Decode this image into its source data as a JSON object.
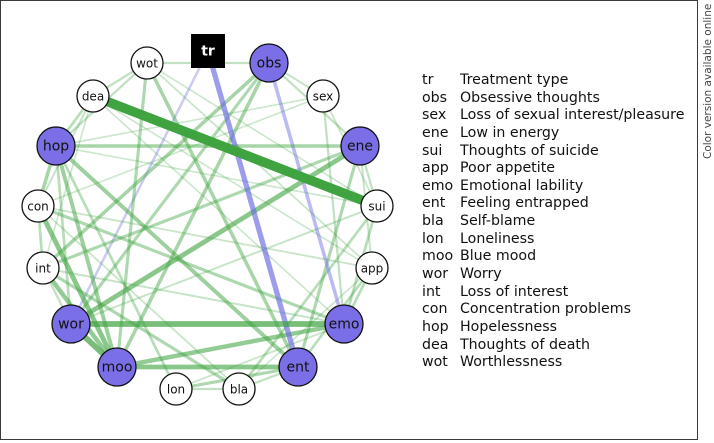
{
  "side_note": "Color version available online",
  "colors": {
    "positive_edge": "#3fa340",
    "negative_edge": "#6a6ae0",
    "highlight_node_fill": "#7a6fe6",
    "plain_node_fill": "#ffffff",
    "treatment_node_fill": "#000000",
    "treatment_node_text": "#ffffff"
  },
  "nodes": [
    {
      "id": "tr",
      "label": "tr",
      "kind": "treatment"
    },
    {
      "id": "obs",
      "label": "obs",
      "kind": "highlight"
    },
    {
      "id": "sex",
      "label": "sex",
      "kind": "plain"
    },
    {
      "id": "ene",
      "label": "ene",
      "kind": "highlight"
    },
    {
      "id": "sui",
      "label": "sui",
      "kind": "plain"
    },
    {
      "id": "app",
      "label": "app",
      "kind": "plain"
    },
    {
      "id": "emo",
      "label": "emo",
      "kind": "highlight"
    },
    {
      "id": "ent",
      "label": "ent",
      "kind": "highlight"
    },
    {
      "id": "bla",
      "label": "bla",
      "kind": "plain"
    },
    {
      "id": "lon",
      "label": "lon",
      "kind": "plain"
    },
    {
      "id": "moo",
      "label": "moo",
      "kind": "highlight"
    },
    {
      "id": "wor",
      "label": "wor",
      "kind": "highlight"
    },
    {
      "id": "int",
      "label": "int",
      "kind": "plain"
    },
    {
      "id": "con",
      "label": "con",
      "kind": "plain"
    },
    {
      "id": "hop",
      "label": "hop",
      "kind": "highlight"
    },
    {
      "id": "dea",
      "label": "dea",
      "kind": "plain"
    },
    {
      "id": "wot",
      "label": "wot",
      "kind": "plain"
    }
  ],
  "edges": [
    {
      "from": "dea",
      "to": "sui",
      "sign": "positive",
      "weight": 1.0
    },
    {
      "from": "tr",
      "to": "ent",
      "sign": "negative",
      "weight": 0.5
    },
    {
      "from": "tr",
      "to": "wor",
      "sign": "negative",
      "weight": 0.18
    },
    {
      "from": "obs",
      "to": "emo",
      "sign": "negative",
      "weight": 0.3
    },
    {
      "from": "wor",
      "to": "emo",
      "sign": "positive",
      "weight": 0.55
    },
    {
      "from": "wor",
      "to": "moo",
      "sign": "positive",
      "weight": 0.55
    },
    {
      "from": "moo",
      "to": "ent",
      "sign": "positive",
      "weight": 0.45
    },
    {
      "from": "moo",
      "to": "emo",
      "sign": "positive",
      "weight": 0.4
    },
    {
      "from": "wor",
      "to": "ene",
      "sign": "positive",
      "weight": 0.45
    },
    {
      "from": "con",
      "to": "moo",
      "sign": "positive",
      "weight": 0.45
    },
    {
      "from": "int",
      "to": "moo",
      "sign": "positive",
      "weight": 0.4
    },
    {
      "from": "hop",
      "to": "ent",
      "sign": "positive",
      "weight": 0.35
    },
    {
      "from": "hop",
      "to": "moo",
      "sign": "positive",
      "weight": 0.35
    },
    {
      "from": "hop",
      "to": "ene",
      "sign": "positive",
      "weight": 0.3
    },
    {
      "from": "hop",
      "to": "con",
      "sign": "positive",
      "weight": 0.3
    },
    {
      "from": "obs",
      "to": "moo",
      "sign": "positive",
      "weight": 0.3
    },
    {
      "from": "obs",
      "to": "int",
      "sign": "positive",
      "weight": 0.3
    },
    {
      "from": "obs",
      "to": "wor",
      "sign": "positive",
      "weight": 0.25
    },
    {
      "from": "wot",
      "to": "ent",
      "sign": "positive",
      "weight": 0.3
    },
    {
      "from": "wot",
      "to": "moo",
      "sign": "positive",
      "weight": 0.25
    },
    {
      "from": "ene",
      "to": "ent",
      "sign": "positive",
      "weight": 0.25
    },
    {
      "from": "ene",
      "to": "int",
      "sign": "positive",
      "weight": 0.25
    },
    {
      "from": "con",
      "to": "emo",
      "sign": "positive",
      "weight": 0.25
    },
    {
      "from": "int",
      "to": "bla",
      "sign": "positive",
      "weight": 0.25
    },
    {
      "from": "lon",
      "to": "ent",
      "sign": "positive",
      "weight": 0.25
    },
    {
      "from": "dea",
      "to": "hop",
      "sign": "positive",
      "weight": 0.2
    },
    {
      "from": "hop",
      "to": "wor",
      "sign": "positive",
      "weight": 0.2
    },
    {
      "from": "hop",
      "to": "lon",
      "sign": "positive",
      "weight": 0.2
    },
    {
      "from": "sui",
      "to": "bla",
      "sign": "positive",
      "weight": 0.2
    },
    {
      "from": "sui",
      "to": "emo",
      "sign": "positive",
      "weight": 0.2
    },
    {
      "from": "app",
      "to": "emo",
      "sign": "positive",
      "weight": 0.2
    },
    {
      "from": "app",
      "to": "ent",
      "sign": "positive",
      "weight": 0.2
    },
    {
      "from": "sex",
      "to": "emo",
      "sign": "positive",
      "weight": 0.15
    },
    {
      "from": "wot",
      "to": "obs",
      "sign": "positive",
      "weight": 0.15
    },
    {
      "from": "wot",
      "to": "dea",
      "sign": "positive",
      "weight": 0.15
    },
    {
      "from": "wot",
      "to": "hop",
      "sign": "positive",
      "weight": 0.15
    },
    {
      "from": "obs",
      "to": "sex",
      "sign": "positive",
      "weight": 0.12
    },
    {
      "from": "obs",
      "to": "ene",
      "sign": "positive",
      "weight": 0.15
    },
    {
      "from": "ene",
      "to": "sui",
      "sign": "positive",
      "weight": 0.15
    },
    {
      "from": "ene",
      "to": "app",
      "sign": "positive",
      "weight": 0.12
    },
    {
      "from": "con",
      "to": "int",
      "sign": "positive",
      "weight": 0.2
    },
    {
      "from": "int",
      "to": "wor",
      "sign": "positive",
      "weight": 0.15
    },
    {
      "from": "lon",
      "to": "bla",
      "sign": "positive",
      "weight": 0.15
    },
    {
      "from": "bla",
      "to": "ent",
      "sign": "positive",
      "weight": 0.15
    },
    {
      "from": "dea",
      "to": "con",
      "sign": "positive",
      "weight": 0.12
    },
    {
      "from": "wor",
      "to": "sui",
      "sign": "positive",
      "weight": 0.12
    },
    {
      "from": "con",
      "to": "app",
      "sign": "positive",
      "weight": 0.1
    },
    {
      "from": "int",
      "to": "emo",
      "sign": "positive",
      "weight": 0.12
    },
    {
      "from": "wot",
      "to": "app",
      "sign": "positive",
      "weight": 0.1
    },
    {
      "from": "sex",
      "to": "hop",
      "sign": "positive",
      "weight": 0.08
    },
    {
      "from": "dea",
      "to": "emo",
      "sign": "positive",
      "weight": 0.08
    },
    {
      "from": "hop",
      "to": "sui",
      "sign": "positive",
      "weight": 0.08
    },
    {
      "from": "dea",
      "to": "app",
      "sign": "positive",
      "weight": 0.08
    },
    {
      "from": "wot",
      "to": "sui",
      "sign": "positive",
      "weight": 0.08
    },
    {
      "from": "sex",
      "to": "con",
      "sign": "positive",
      "weight": 0.08
    },
    {
      "from": "sex",
      "to": "sui",
      "sign": "positive",
      "weight": 0.1
    },
    {
      "from": "lon",
      "to": "emo",
      "sign": "positive",
      "weight": 0.1
    },
    {
      "from": "con",
      "to": "bla",
      "sign": "positive",
      "weight": 0.1
    },
    {
      "from": "app",
      "to": "bla",
      "sign": "positive",
      "weight": 0.08
    },
    {
      "from": "dea",
      "to": "int",
      "sign": "positive",
      "weight": 0.08
    }
  ],
  "legend": [
    {
      "abbr": "tr",
      "label": "Treatment type"
    },
    {
      "abbr": "obs",
      "label": "Obsessive thoughts"
    },
    {
      "abbr": "sex",
      "label": "Loss of sexual interest/pleasure"
    },
    {
      "abbr": "ene",
      "label": "Low in energy"
    },
    {
      "abbr": "sui",
      "label": "Thoughts of suicide"
    },
    {
      "abbr": "app",
      "label": "Poor appetite"
    },
    {
      "abbr": "emo",
      "label": "Emotional lability"
    },
    {
      "abbr": "ent",
      "label": "Feeling entrapped"
    },
    {
      "abbr": "bla",
      "label": "Self-blame"
    },
    {
      "abbr": "lon",
      "label": "Loneliness"
    },
    {
      "abbr": "moo",
      "label": "Blue mood"
    },
    {
      "abbr": "wor",
      "label": "Worry"
    },
    {
      "abbr": "int",
      "label": "Loss of interest"
    },
    {
      "abbr": "con",
      "label": "Concentration problems"
    },
    {
      "abbr": "hop",
      "label": "Hopelessness"
    },
    {
      "abbr": "dea",
      "label": "Thoughts of death"
    },
    {
      "abbr": "wot",
      "label": "Worthlessness"
    }
  ]
}
